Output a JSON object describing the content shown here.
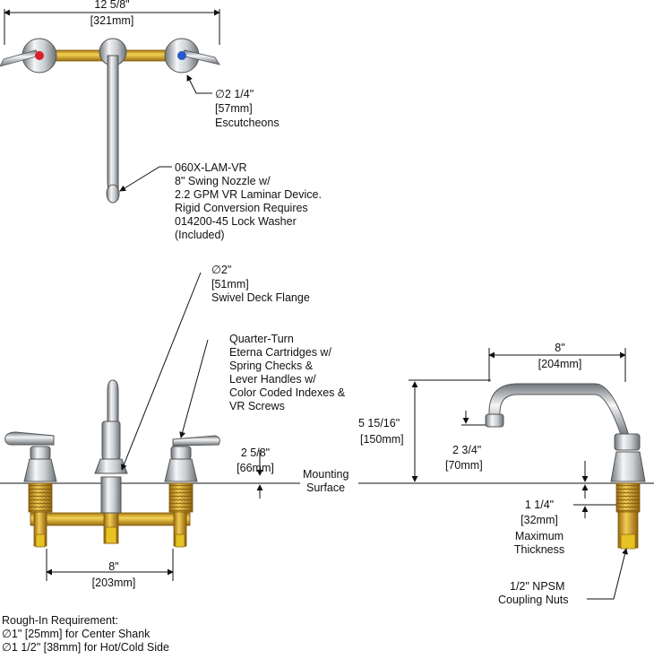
{
  "top_view": {
    "width_in": "12 5/8\"",
    "width_mm": "[321mm]",
    "escutcheon": {
      "dia": "∅2 1/4\"",
      "mm": "[57mm]",
      "name": "Escutcheons"
    },
    "nozzle": [
      "060X-LAM-VR",
      "8\" Swing Nozzle w/",
      "2.2 GPM VR Laminar Device.",
      "Rigid Conversion Requires",
      "014200-45 Lock Washer",
      "(Included)"
    ]
  },
  "front_view": {
    "flange": {
      "dia": "∅2\"",
      "mm": "[51mm]",
      "name": "Swivel Deck Flange"
    },
    "cartridges": [
      "Quarter-Turn",
      "Eterna Cartridges w/",
      "Spring Checks &",
      "Lever Handles w/",
      "Color Coded Indexes &",
      "VR Screws"
    ],
    "height_in": "2 5/8\"",
    "height_mm": "[66mm]",
    "mounting": [
      "Mounting",
      "Surface"
    ],
    "spread_in": "8\"",
    "spread_mm": "[203mm]",
    "rough_in": [
      "Rough-In Requirement:",
      "∅1\" [25mm] for Center Shank",
      "∅1 1/2\" [38mm] for Hot/Cold Side"
    ]
  },
  "side_view": {
    "reach_in": "8\"",
    "reach_mm": "[204mm]",
    "spout_h_in": "5 15/16\"",
    "spout_h_mm": "[150mm]",
    "outlet_h_in": "2 3/4\"",
    "outlet_h_mm": "[70mm]",
    "thickness_in": "1 1/4\"",
    "thickness_mm": "[32mm]",
    "thickness_label": [
      "Maximum",
      "Thickness"
    ],
    "nuts": [
      "1/2\" NPSM",
      "Coupling Nuts"
    ]
  },
  "colors": {
    "hot": "#d8202a",
    "cold": "#2a57c8",
    "chrome": "#b8bcc0",
    "brass": "#d7a21f",
    "yellow": "#e6c224"
  }
}
